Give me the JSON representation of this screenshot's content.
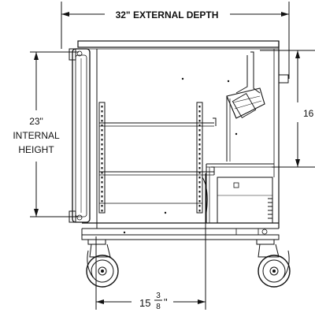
{
  "dimensions": {
    "external_depth": "32\" EXTERNAL DEPTH",
    "internal_height_value": "23\"",
    "internal_height_line1": "INTERNAL",
    "internal_height_line2": "HEIGHT",
    "right_height_value": "16",
    "bottom_whole": "15",
    "bottom_num": "3",
    "bottom_den": "8",
    "bottom_inch": "\""
  },
  "colors": {
    "line": "#111111",
    "background": "#ffffff"
  }
}
